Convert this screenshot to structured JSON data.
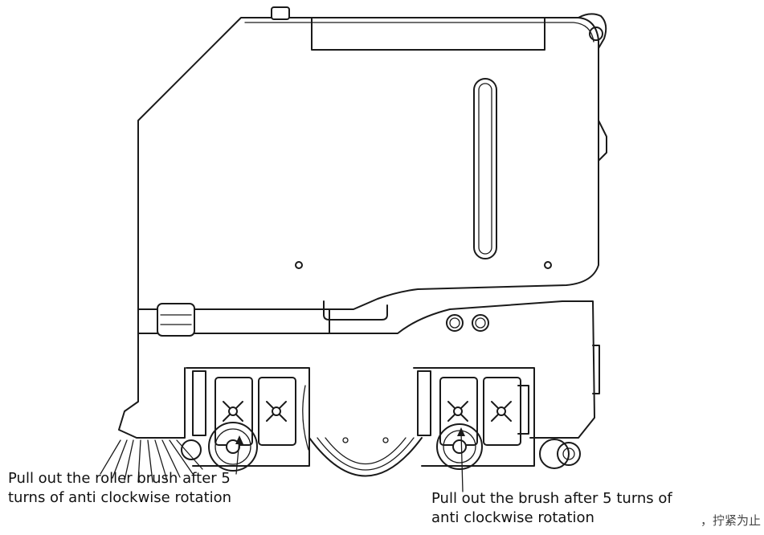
{
  "annotations": {
    "roller_brush": {
      "line1": "Pull out the roller brush after 5",
      "line2": "turns of anti clockwise rotation"
    },
    "brush": {
      "line1": "Pull out the brush after 5 turns of",
      "line2": "anti clockwise rotation"
    },
    "fragment": "，拧紧为止"
  },
  "colors": {
    "line": "#1a1a1a",
    "background": "#ffffff"
  }
}
